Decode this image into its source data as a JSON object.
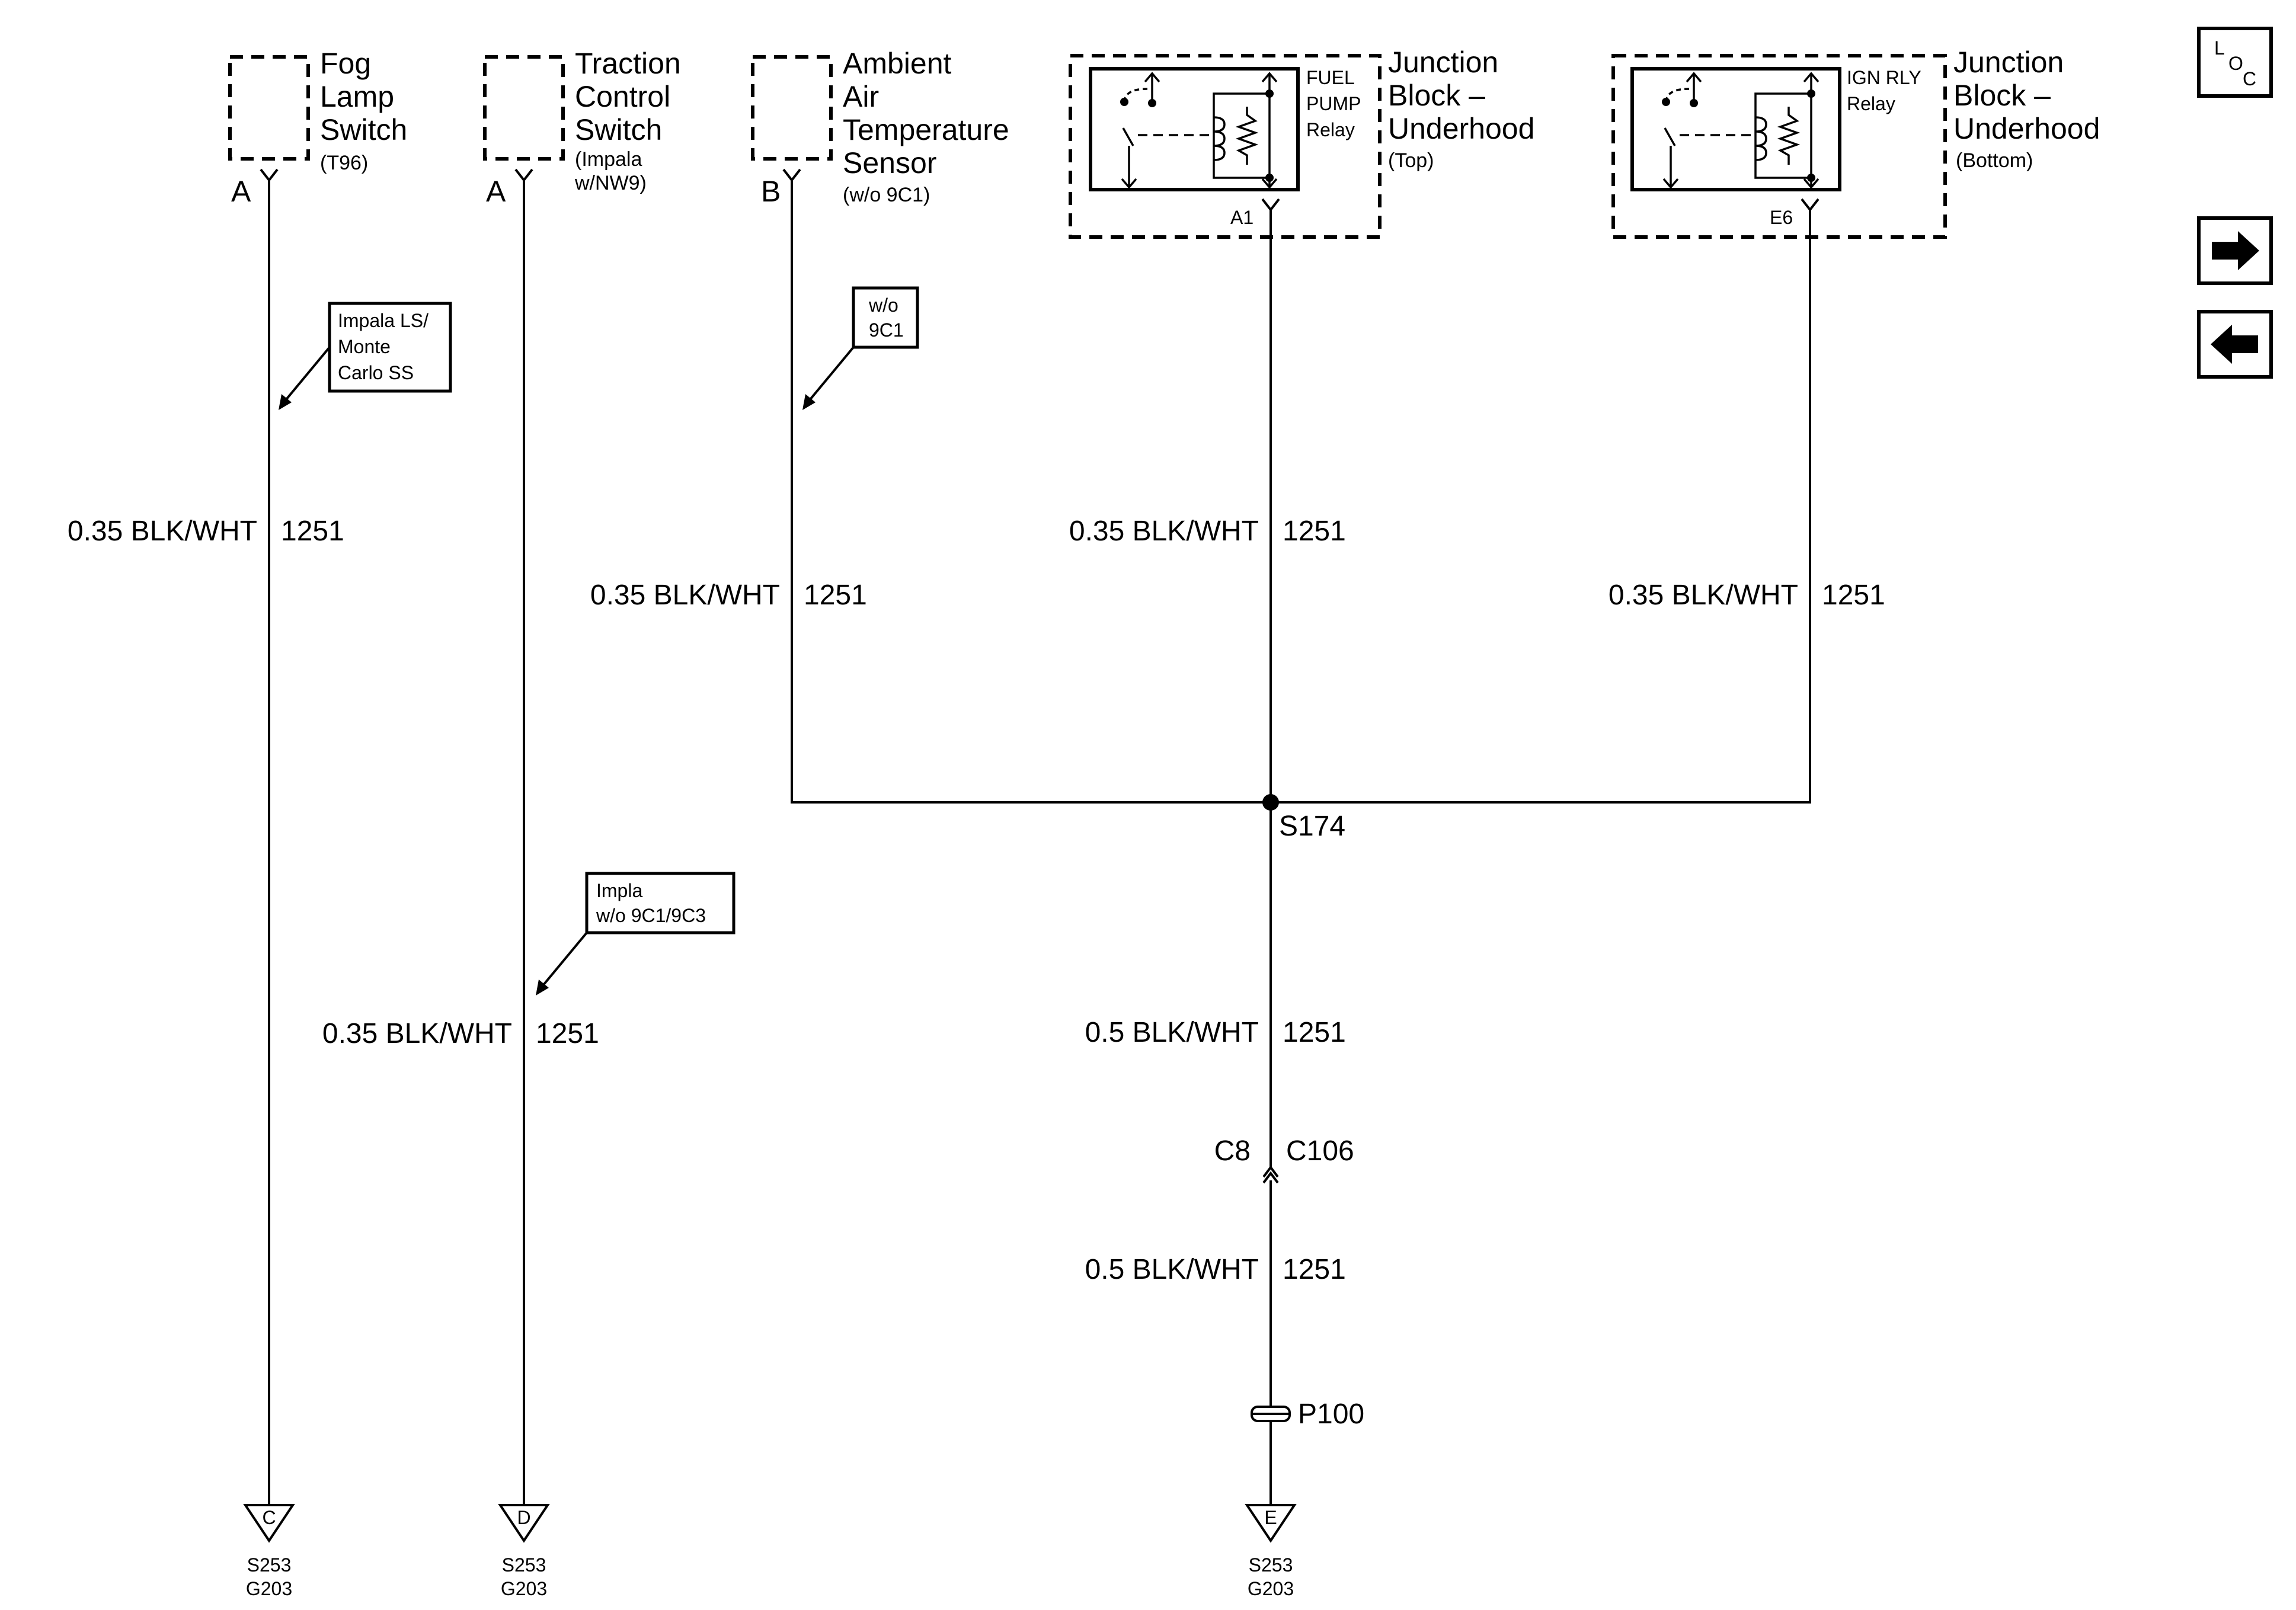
{
  "components": {
    "fog_lamp_switch": {
      "name_lines": [
        "Fog",
        "Lamp",
        "Switch"
      ],
      "sub": "(T96)",
      "pin": "A"
    },
    "traction_control_switch": {
      "name_lines": [
        "Traction",
        "Control",
        "Switch"
      ],
      "sub_lines": [
        "(Impala",
        "w/NW9)"
      ],
      "pin": "A"
    },
    "ambient_air_temperature_sensor": {
      "name_lines": [
        "Ambient",
        "Air",
        "Temperature",
        "Sensor"
      ],
      "sub": "(w/o 9C1)",
      "pin": "B"
    },
    "junction_block_top": {
      "name_lines": [
        "Junction",
        "Block –",
        "Underhood"
      ],
      "sub": "(Top)",
      "relay_lines": [
        "FUEL",
        "PUMP",
        "Relay"
      ],
      "pin": "A1"
    },
    "junction_block_bottom": {
      "name_lines": [
        "Junction",
        "Block –",
        "Underhood"
      ],
      "sub": "(Bottom)",
      "relay_lines": [
        "IGN RLY",
        "Relay"
      ],
      "pin": "E6"
    }
  },
  "callouts": {
    "impala_ls": [
      "Impala LS/",
      "Monte",
      "Carlo SS"
    ],
    "wo_9c1": [
      "w/o",
      "9C1"
    ],
    "impla": [
      "Impla",
      "w/o 9C1/9C3"
    ]
  },
  "wires": {
    "fog": {
      "gauge_color": "0.35 BLK/WHT",
      "circuit": "1251"
    },
    "traction": {
      "gauge_color": "0.35 BLK/WHT",
      "circuit": "1251"
    },
    "ambient": {
      "gauge_color": "0.35 BLK/WHT",
      "circuit": "1251"
    },
    "fuel_pump": {
      "gauge_color": "0.35 BLK/WHT",
      "circuit": "1251"
    },
    "ign": {
      "gauge_color": "0.35 BLK/WHT",
      "circuit": "1251"
    },
    "main_upper": {
      "gauge_color": "0.5 BLK/WHT",
      "circuit": "1251"
    },
    "main_lower": {
      "gauge_color": "0.5 BLK/WHT",
      "circuit": "1251"
    }
  },
  "splice": {
    "label": "S174"
  },
  "connector": {
    "left": "C8",
    "right": "C106"
  },
  "pass_through": {
    "label": "P100"
  },
  "grounds": [
    {
      "letter": "C",
      "splice": "S253",
      "ground": "G203"
    },
    {
      "letter": "D",
      "splice": "S253",
      "ground": "G203"
    },
    {
      "letter": "E",
      "splice": "S253",
      "ground": "G203"
    }
  ],
  "nav": {
    "loc_letters": [
      "L",
      "O",
      "C"
    ],
    "next_icon": "arrow-right-icon",
    "prev_icon": "arrow-left-icon"
  }
}
